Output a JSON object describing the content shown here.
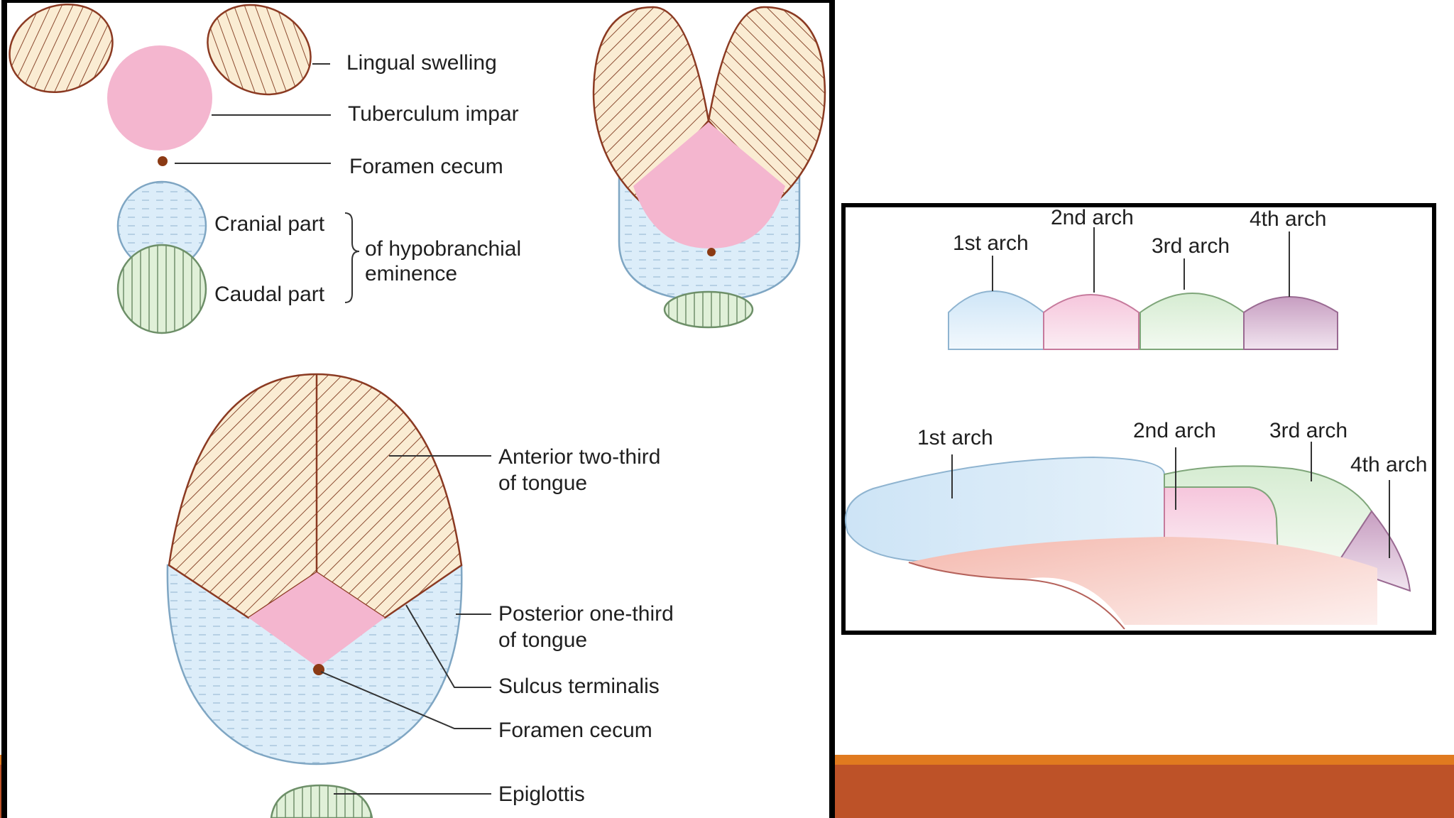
{
  "labels": {
    "lingual_swelling": "Lingual swelling",
    "tuberculum_impar": "Tuberculum impar",
    "foramen_cecum_top": "Foramen cecum",
    "cranial_part": "Cranial part",
    "caudal_part": "Caudal part",
    "hypobranchial_1": "of hypobranchial",
    "hypobranchial_2": "eminence",
    "anterior_1": "Anterior two-third",
    "anterior_2": "of tongue",
    "posterior_1": "Posterior one-third",
    "posterior_2": "of tongue",
    "sulcus_terminalis": "Sulcus terminalis",
    "foramen_cecum_bottom": "Foramen cecum",
    "epiglottis": "Epiglottis"
  },
  "arches_top": {
    "first": "1st arch",
    "second": "2nd arch",
    "third": "3rd arch",
    "fourth": "4th arch"
  },
  "arches_side": {
    "first": "1st arch",
    "second": "2nd arch",
    "third": "3rd arch",
    "fourth": "4th arch"
  },
  "colors": {
    "hatch_fill": "#faecd3",
    "hatch_line": "#8b4a2f",
    "outline_brown": "#8b3a22",
    "pink": "#f4b6cf",
    "light_blue": "#d9ecf8",
    "light_green": "#dff0da",
    "mauve": "#c9a0c0",
    "salmon": "#f7c4bb",
    "orange_bar": "#e07a1f",
    "rust_bar": "#bd5228",
    "frame": "#000000"
  }
}
